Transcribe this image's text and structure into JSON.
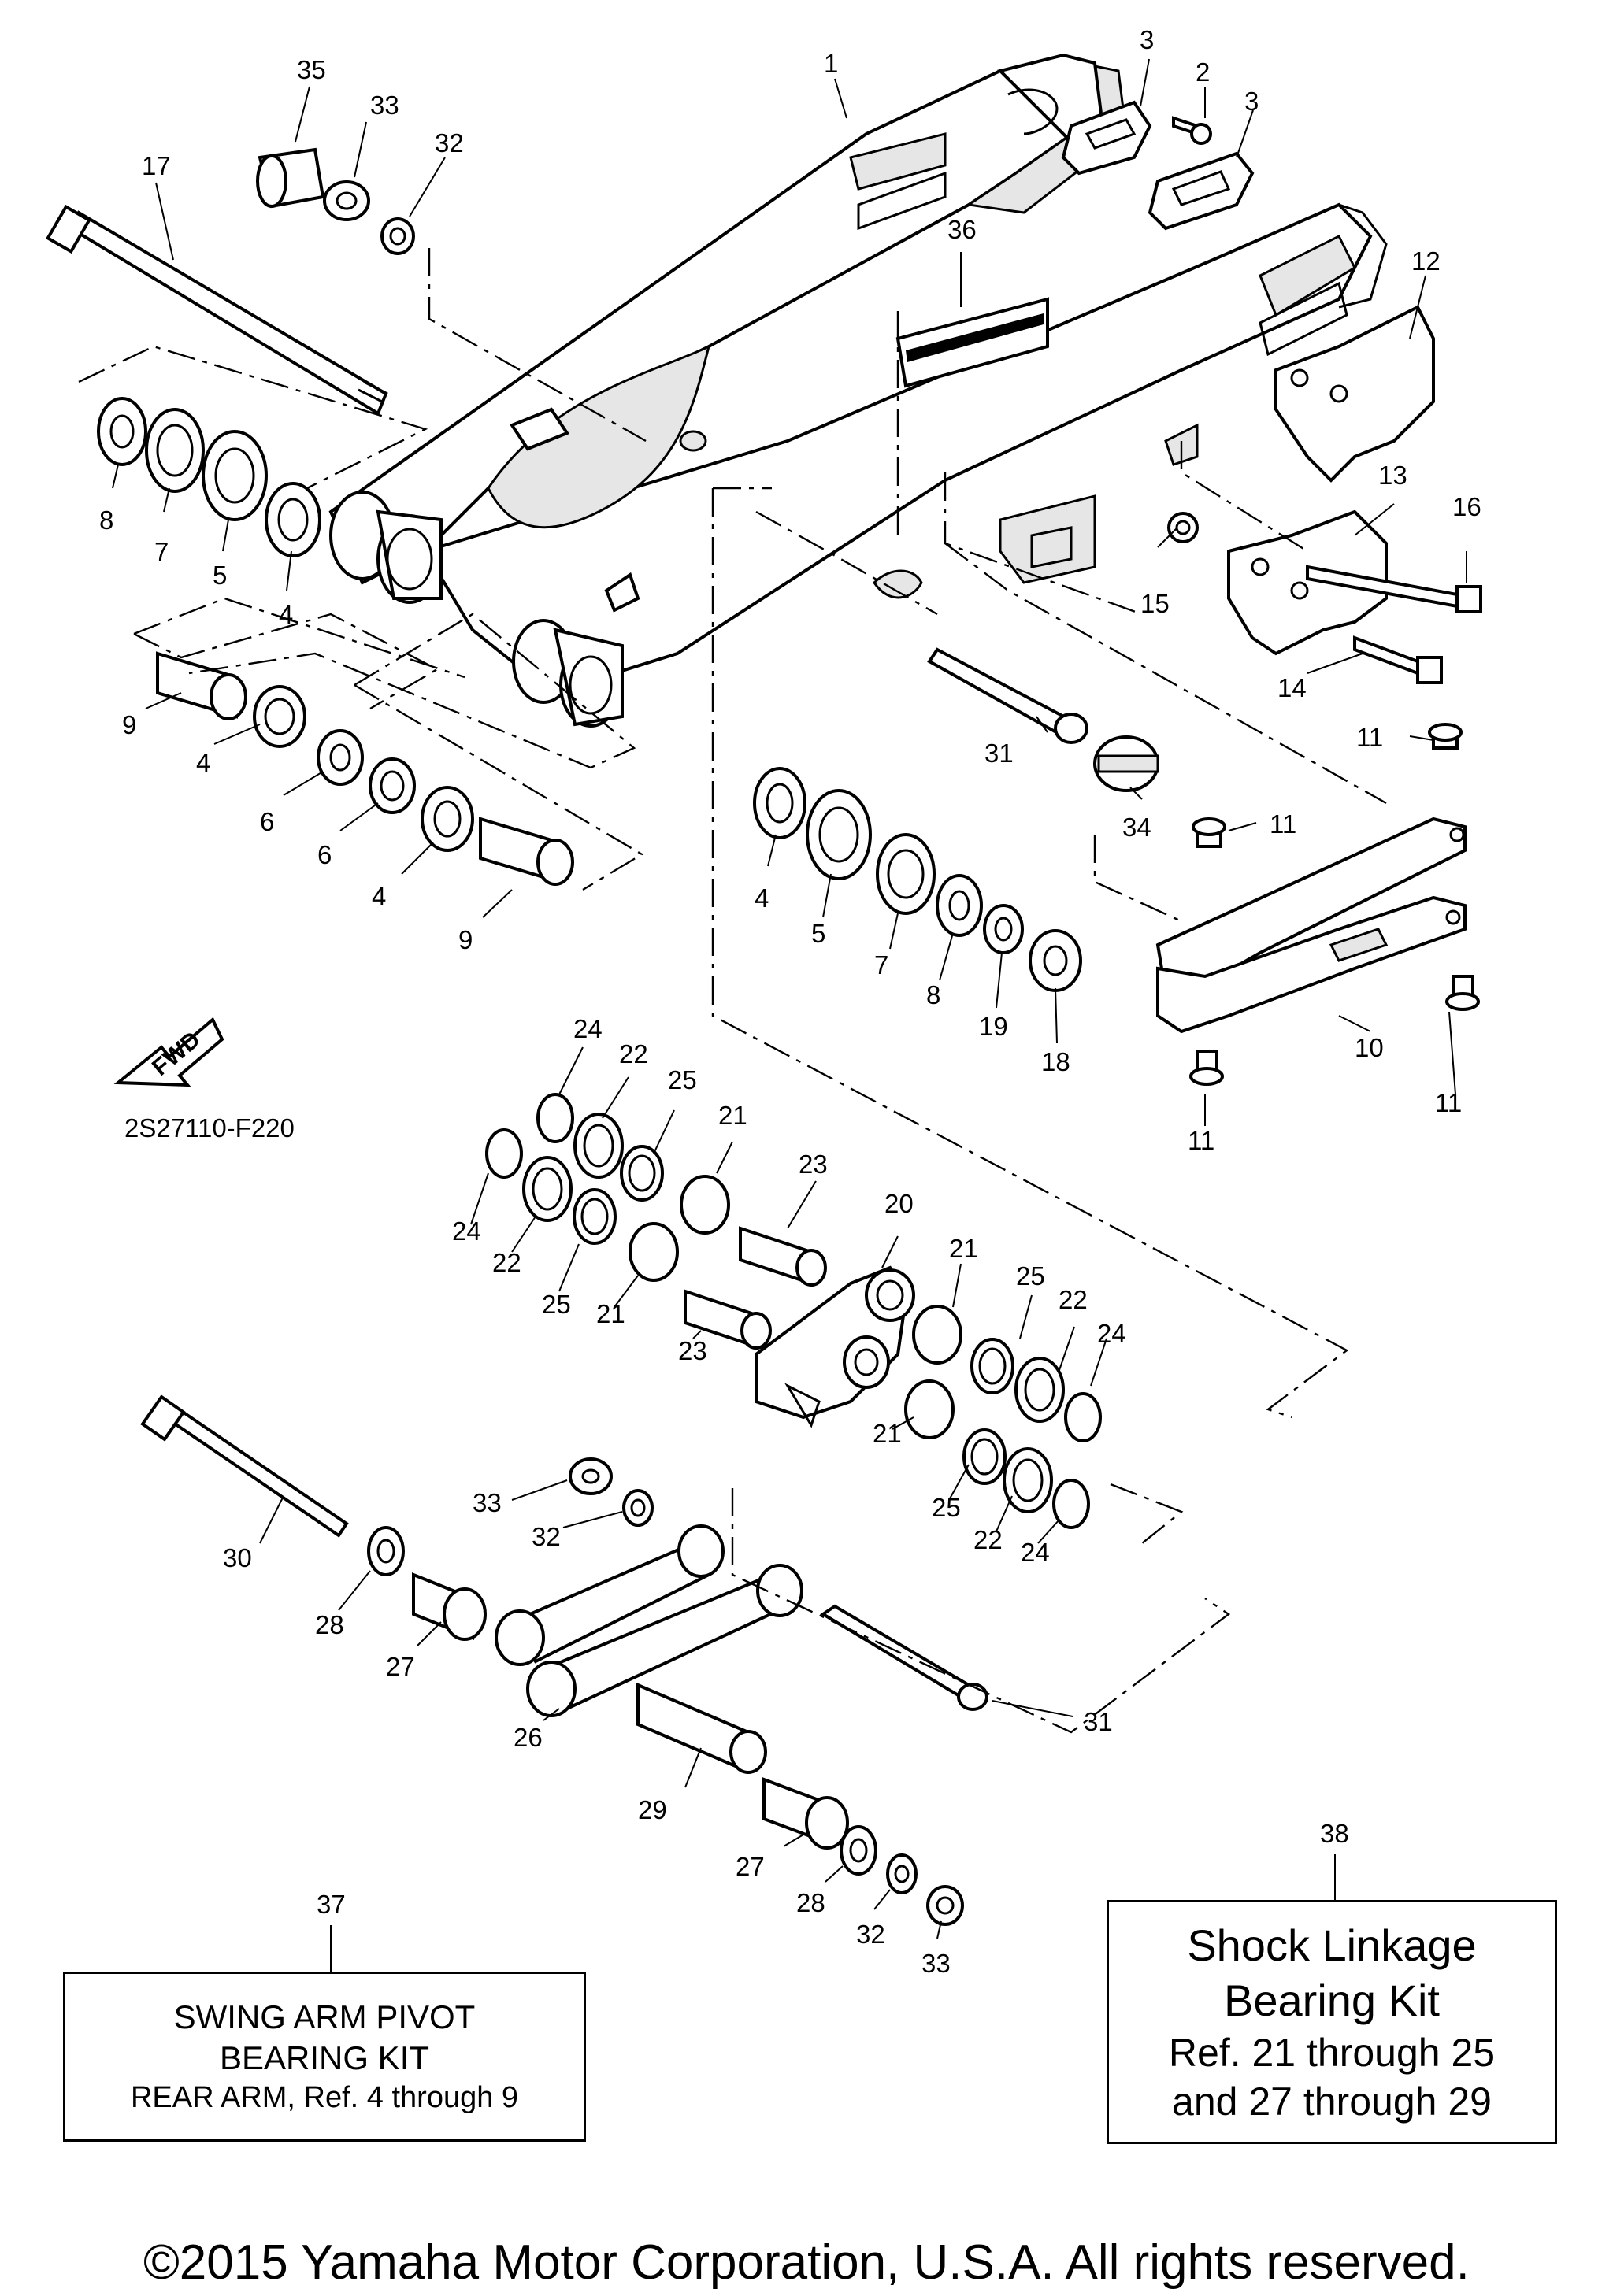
{
  "diagram_code": "2S27110-F220",
  "fwd_label": "FWD",
  "callouts": [
    "1",
    "2",
    "3",
    "3",
    "35",
    "33",
    "32",
    "17",
    "36",
    "12",
    "13",
    "16",
    "15",
    "14",
    "8",
    "7",
    "5",
    "4",
    "9",
    "4",
    "6",
    "6",
    "4",
    "9",
    "31",
    "34",
    "11",
    "11",
    "11",
    "11",
    "4",
    "5",
    "7",
    "8",
    "19",
    "18",
    "10",
    "24",
    "22",
    "25",
    "21",
    "23",
    "20",
    "24",
    "22",
    "25",
    "21",
    "23",
    "21",
    "25",
    "22",
    "24",
    "21",
    "25",
    "22",
    "24",
    "33",
    "32",
    "30",
    "28",
    "27",
    "26",
    "29",
    "27",
    "28",
    "32",
    "33",
    "31",
    "37",
    "38"
  ],
  "kit_box_37": {
    "line1": "SWING ARM PIVOT",
    "line2": "BEARING KIT",
    "line3": "REAR ARM, Ref.  4 through 9"
  },
  "kit_box_38": {
    "line1": "Shock Linkage",
    "line2": "Bearing Kit",
    "line3": "Ref. 21 through 25",
    "line4": "and 27 through 29"
  },
  "copyright": "©2015 Yamaha Motor Corporation, U.S.A. All rights reserved."
}
